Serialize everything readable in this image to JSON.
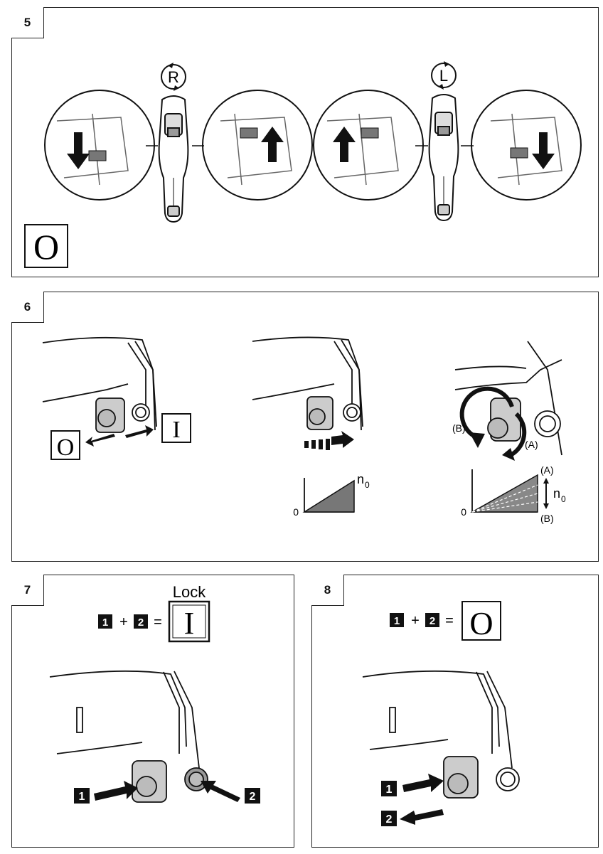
{
  "panels": [
    {
      "number": "5"
    },
    {
      "number": "6"
    },
    {
      "number": "7"
    },
    {
      "number": "8"
    }
  ],
  "rotation": {
    "right_symbol": "R",
    "left_symbol": "L"
  },
  "switch_symbols": {
    "off": "O",
    "on": "I"
  },
  "speed_chart": {
    "origin": "0",
    "max_label": "n",
    "max_sub": "0"
  },
  "variable_chart": {
    "origin": "0",
    "top_label": "(A)",
    "bottom_label": "(B)",
    "n_label": "n",
    "n_sub": "0"
  },
  "dial_labels": {
    "a": "(A)",
    "b": "(B)"
  },
  "lock": {
    "title": "Lock"
  },
  "equation": {
    "one": "1",
    "two": "2",
    "plus": "+",
    "equals": "="
  },
  "callouts": {
    "one": "1",
    "two": "2"
  }
}
